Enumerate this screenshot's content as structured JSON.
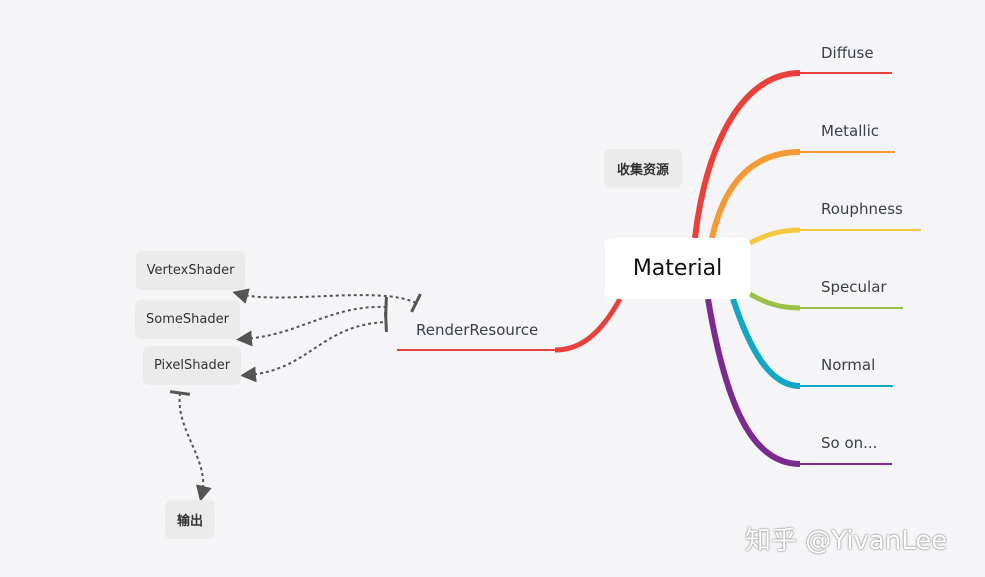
{
  "central": "Material",
  "collect_label": "收集资源",
  "branches": [
    {
      "label": "Diffuse",
      "color": "#e8403a"
    },
    {
      "label": "Metallic",
      "color": "#f49b36"
    },
    {
      "label": "Rouphness",
      "color": "#f5c842"
    },
    {
      "label": "Specular",
      "color": "#9ac045"
    },
    {
      "label": "Normal",
      "color": "#12a7c4"
    },
    {
      "label": "So on...",
      "color": "#7b2a8f"
    }
  ],
  "render_resource": {
    "label": "RenderResource",
    "color": "#e8403a"
  },
  "shaders": [
    "VertexShader",
    "SomeShader",
    "PixelShader"
  ],
  "output_label": "输出",
  "watermark": "知乎 @YivanLee"
}
